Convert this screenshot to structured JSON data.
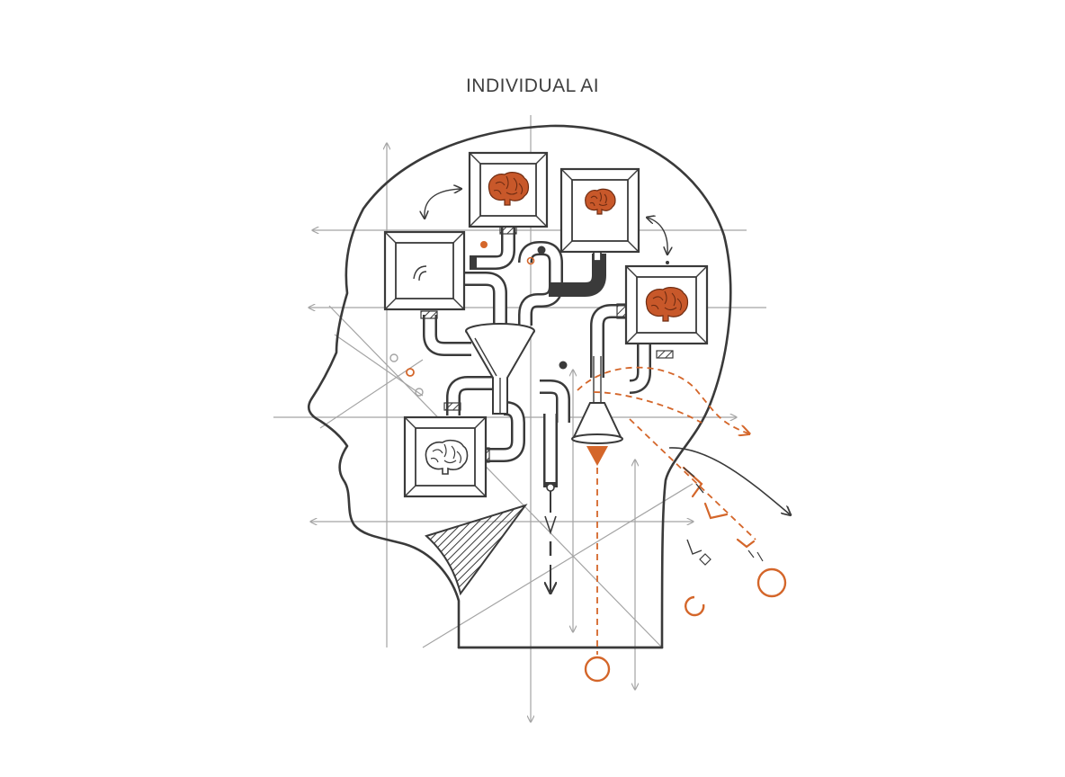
{
  "title": "INDIVIDUAL AI",
  "colors": {
    "ink": "#3a3a3a",
    "accent": "#d4662a",
    "guide": "#a4a4a4",
    "background": "#ffffff"
  },
  "elements": {
    "brain_frames": [
      {
        "id": "top-center",
        "brain": "orange"
      },
      {
        "id": "top-right",
        "brain": "orange"
      },
      {
        "id": "left",
        "brain": "empty"
      },
      {
        "id": "right",
        "brain": "orange"
      },
      {
        "id": "bottom-left",
        "brain": "outline"
      }
    ],
    "icons": [
      "brain-icon",
      "funnel-icon",
      "arrow-icon",
      "refresh-icon"
    ]
  }
}
